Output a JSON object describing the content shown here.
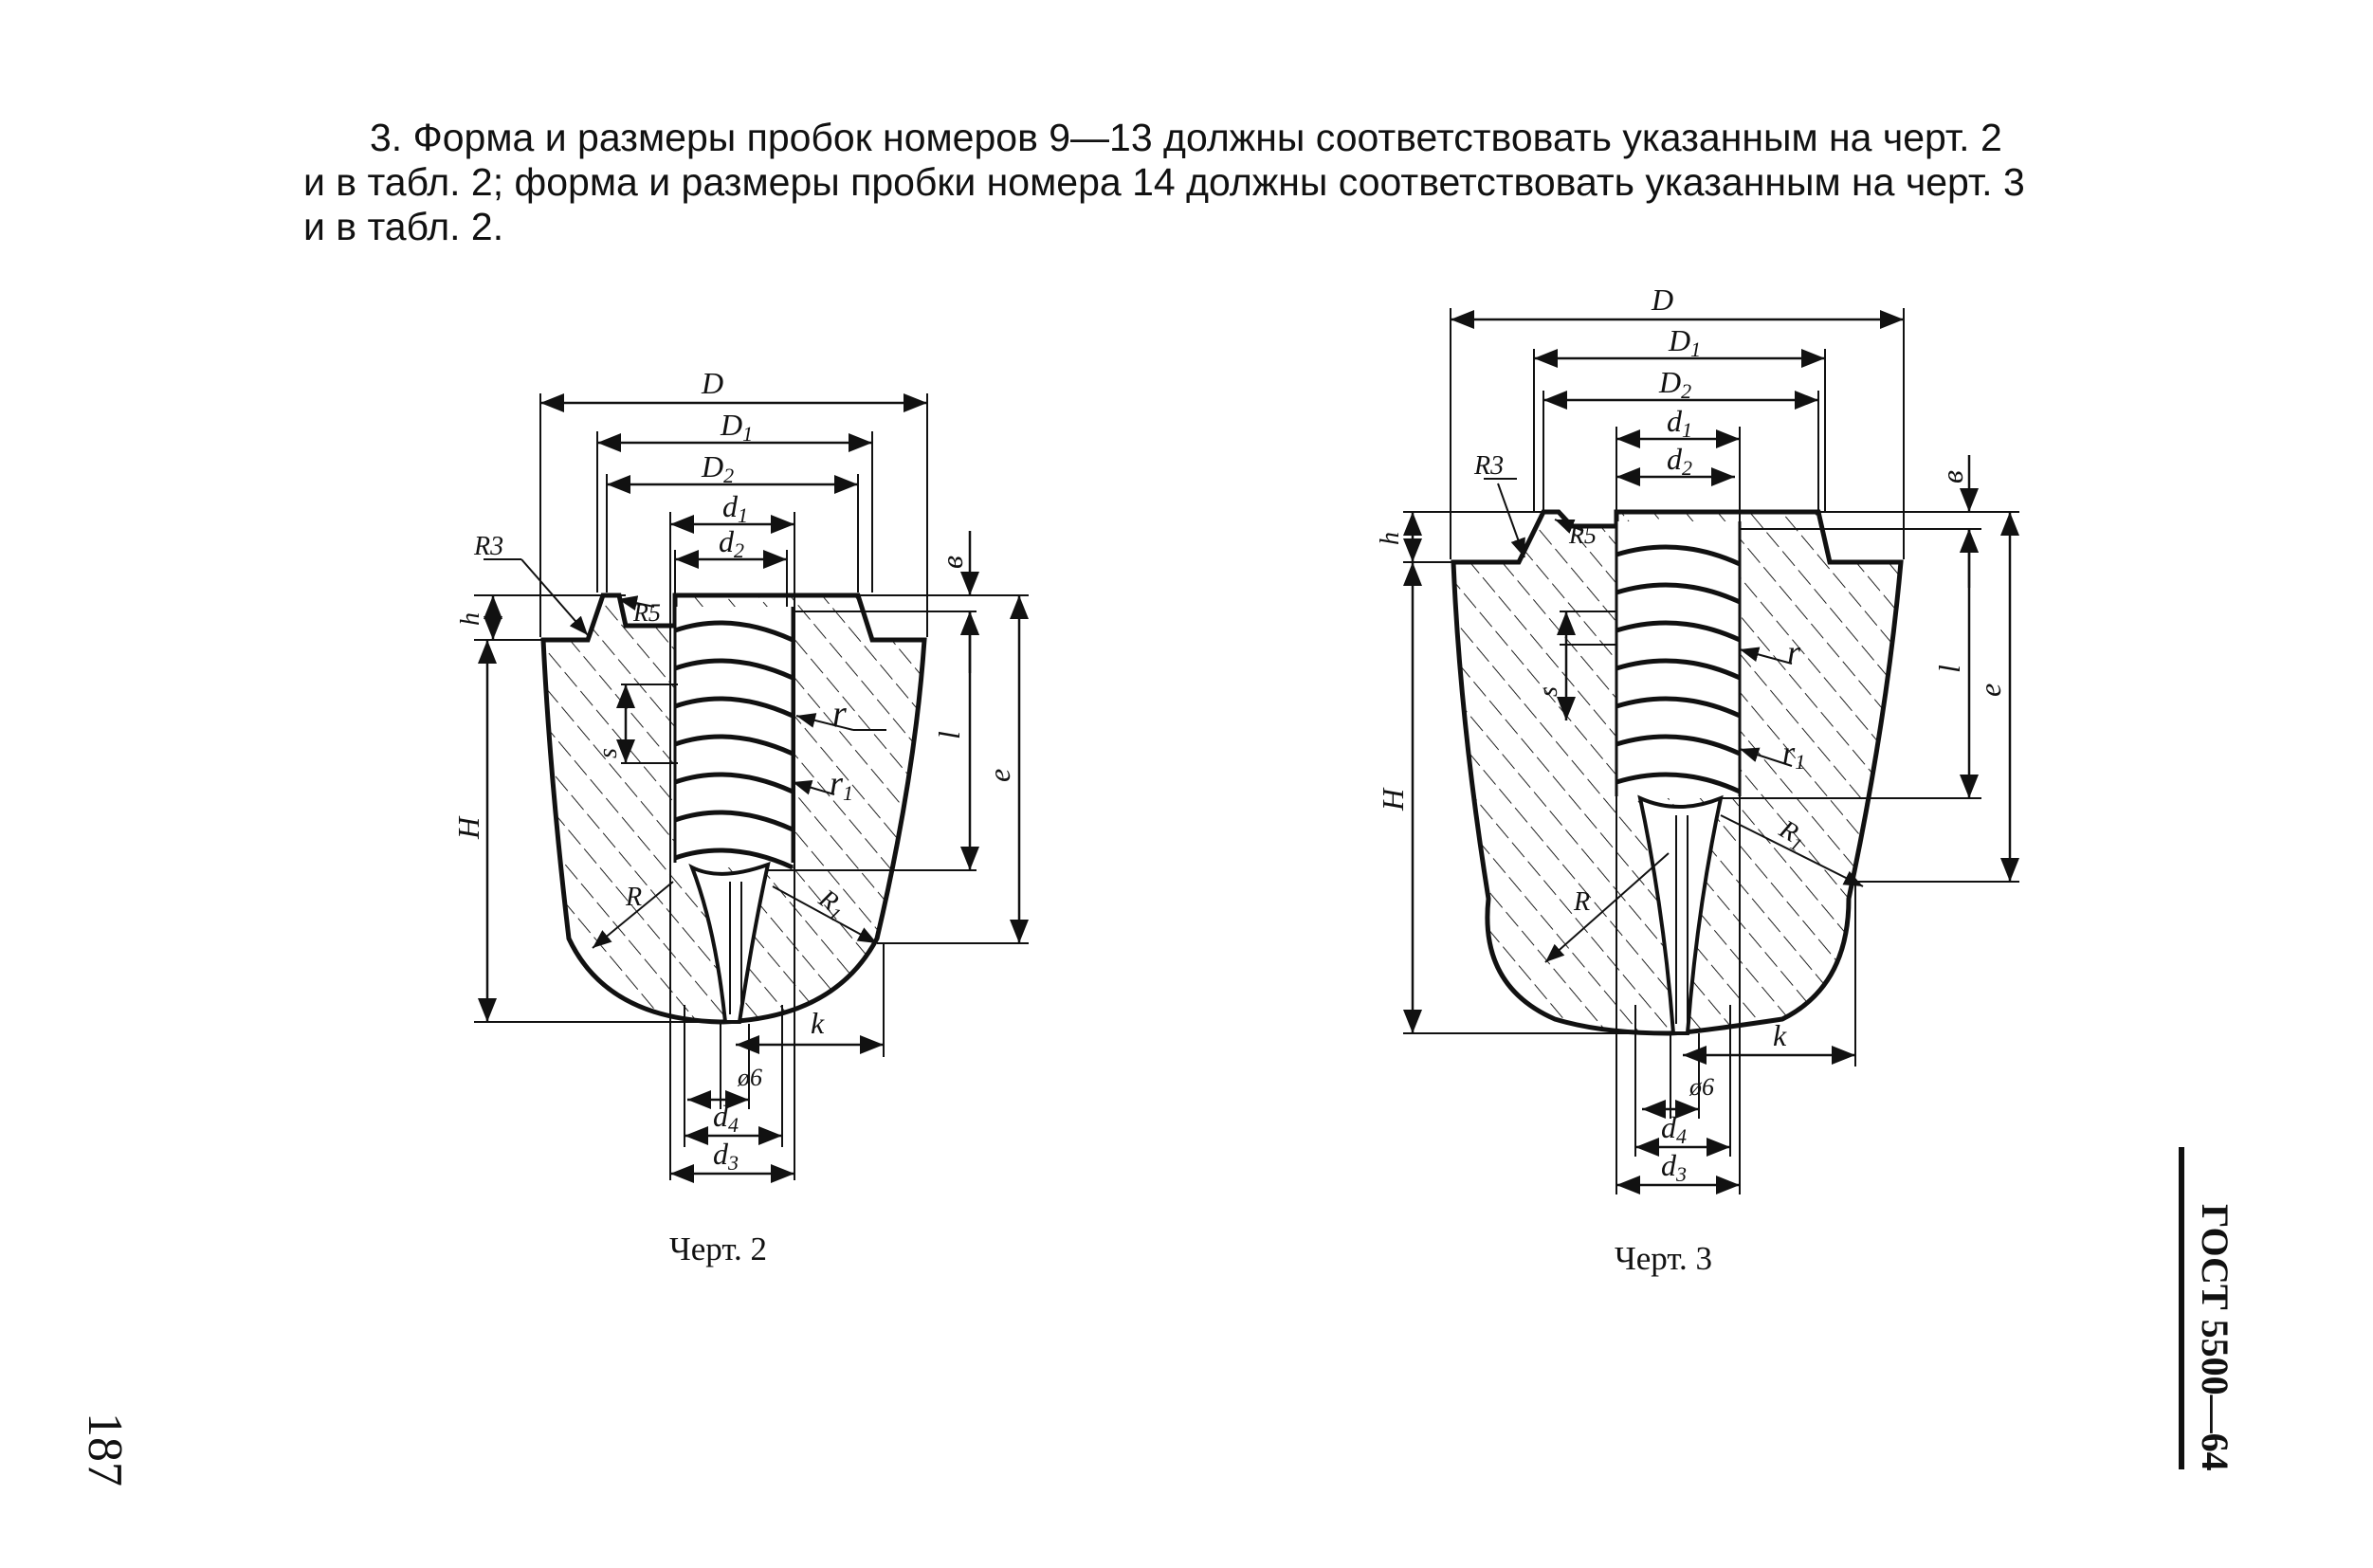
{
  "paragraph": {
    "line1": "3. Форма и размеры пробок номеров 9—13 должны соответствовать указанным на черт. 2",
    "line2": "и в табл. 2; форма и размеры пробки номера 14 должны соответствовать указанным на черт. 3",
    "line3": "и в табл. 2."
  },
  "drawing2": {
    "caption": "Черт. 2",
    "labels": {
      "D": "D",
      "D1": "D",
      "D1sub": "1",
      "D2": "D",
      "D2sub": "2",
      "d1": "d",
      "d1sub": "1",
      "d2": "d",
      "d2sub": "2",
      "R3": "R3",
      "R5": "R5",
      "h": "h",
      "b": "в",
      "r": "r",
      "s": "s",
      "l": "l",
      "e": "e",
      "r1": "r",
      "r1sub": "1",
      "H": "H",
      "R": "R",
      "R1": "R",
      "R1sub": "1",
      "k": "k",
      "phi6": "ø6",
      "d4": "d",
      "d4sub": "4",
      "d3": "d",
      "d3sub": "3"
    }
  },
  "drawing3": {
    "caption": "Черт. 3",
    "labels": {
      "D": "D",
      "D1": "D",
      "D1sub": "1",
      "D2": "D",
      "D2sub": "2",
      "d1": "d",
      "d1sub": "1",
      "d2": "d",
      "d2sub": "2",
      "R3": "R3",
      "R5": "R5",
      "h": "h",
      "b": "в",
      "r": "r",
      "s": "s",
      "l": "l",
      "e": "e",
      "r1": "r",
      "r1sub": "1",
      "H": "H",
      "R": "R",
      "R1": "R",
      "R1sub": "1",
      "k": "k",
      "phi6": "ø6",
      "d4": "d",
      "d4sub": "4",
      "d3": "d",
      "d3sub": "3"
    }
  },
  "page_number": "187",
  "standard": "ГОСТ 5500—64"
}
